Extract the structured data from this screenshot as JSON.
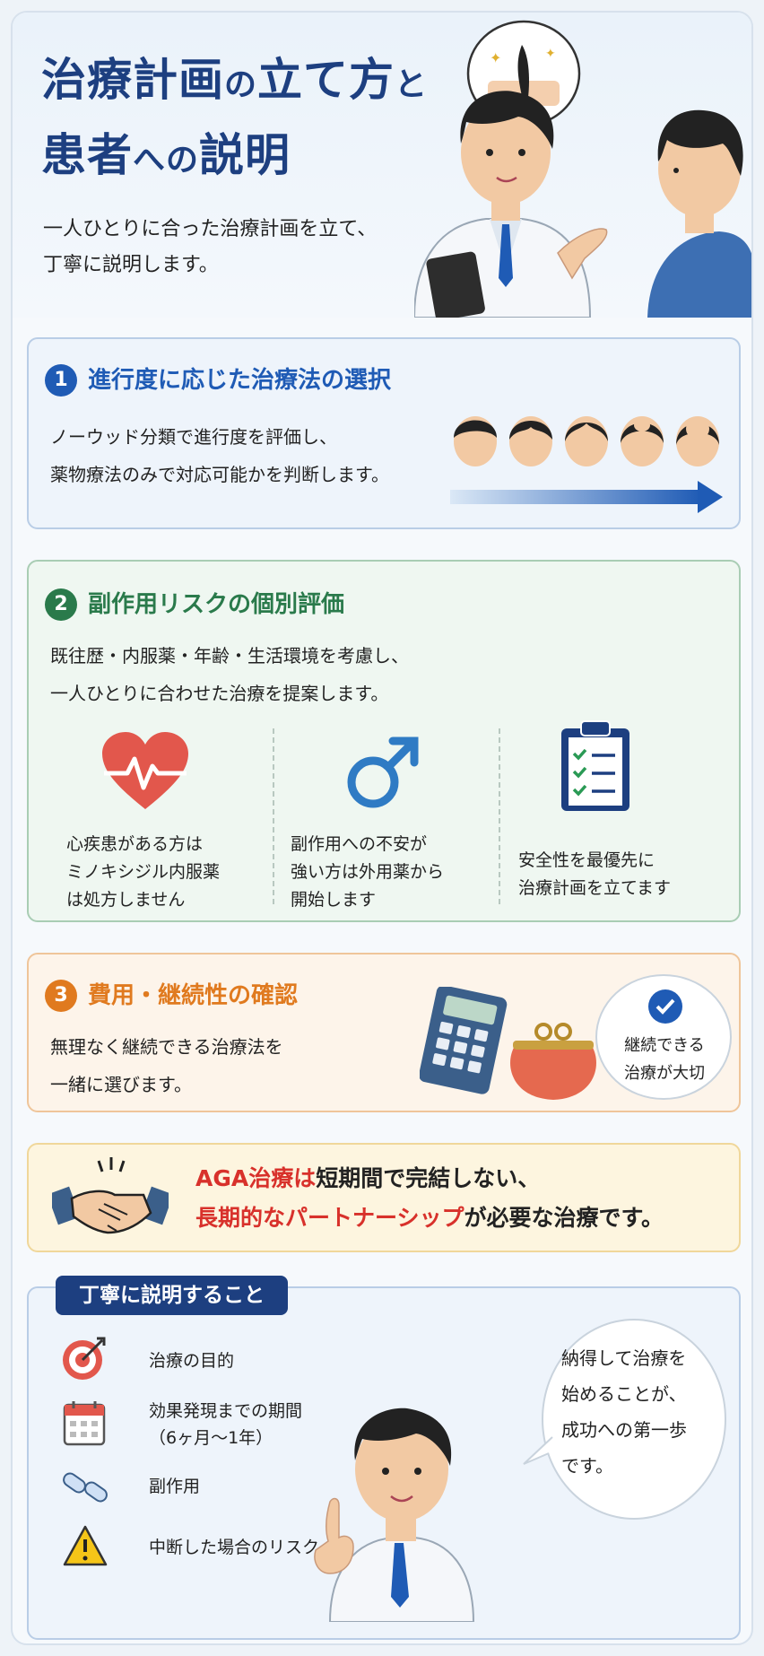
{
  "header": {
    "title_line1": "治療計画",
    "title_no": "の",
    "title_line1b": "立て方",
    "title_to": "と",
    "title_line2a": "患者",
    "title_he": "への",
    "title_line2b": "説明",
    "subtitle_line1": "一人ひとりに合った治療計画を立て、",
    "subtitle_line2": "丁寧に説明します。"
  },
  "step1": {
    "number": "1",
    "title": "進行度に応じた治療法の選択",
    "text_line1": "ノーウッド分類で進行度を評価し、",
    "text_line2": "薬物療法のみで対応可能かを判断します。"
  },
  "step2": {
    "number": "2",
    "title": "副作用リスクの個別評価",
    "text_line1": "既往歴・内服薬・年齢・生活環境を考慮し、",
    "text_line2": "一人ひとりに合わせた治療を提案します。",
    "columns": [
      {
        "icon": "heart-pulse-icon",
        "lines": [
          "心疾患がある方は",
          "ミノキシジル内服薬",
          "は処方しません"
        ]
      },
      {
        "icon": "male-symbol-icon",
        "lines": [
          "副作用への不安が",
          "強い方は外用薬から",
          "開始します"
        ]
      },
      {
        "icon": "clipboard-check-icon",
        "lines": [
          "安全性を最優先に",
          "治療計画を立てます"
        ]
      }
    ]
  },
  "step3": {
    "number": "3",
    "title": "費用・継続性の確認",
    "text_line1": "無理なく継続できる治療法を",
    "text_line2": "一緒に選びます。",
    "bubble_line1": "継続できる",
    "bubble_line2": "治療が大切"
  },
  "partnership": {
    "line1_red": "AGA治療は",
    "line1_rest": "短期間で完結しない、",
    "line2_red": "長期的なパートナーシップ",
    "line2_rest": "が必要な治療です。"
  },
  "explain": {
    "tag": "丁寧に説明すること",
    "items": [
      {
        "icon": "target-icon",
        "lines": [
          "治療の目的"
        ]
      },
      {
        "icon": "calendar-icon",
        "lines": [
          "効果発現までの期間",
          "（6ヶ月〜1年）"
        ]
      },
      {
        "icon": "pill-capsule-icon",
        "lines": [
          "副作用"
        ]
      },
      {
        "icon": "warning-icon",
        "lines": [
          "中断した場合のリスク"
        ]
      }
    ],
    "bubble_lines": [
      "納得して治療を",
      "始めることが、",
      "成功への第一歩",
      "です。"
    ]
  },
  "colors": {
    "navy": "#1d3f80",
    "blue": "#1f5bb5",
    "green": "#2a7a4b",
    "orange": "#e07a1f",
    "red": "#d8312b"
  }
}
